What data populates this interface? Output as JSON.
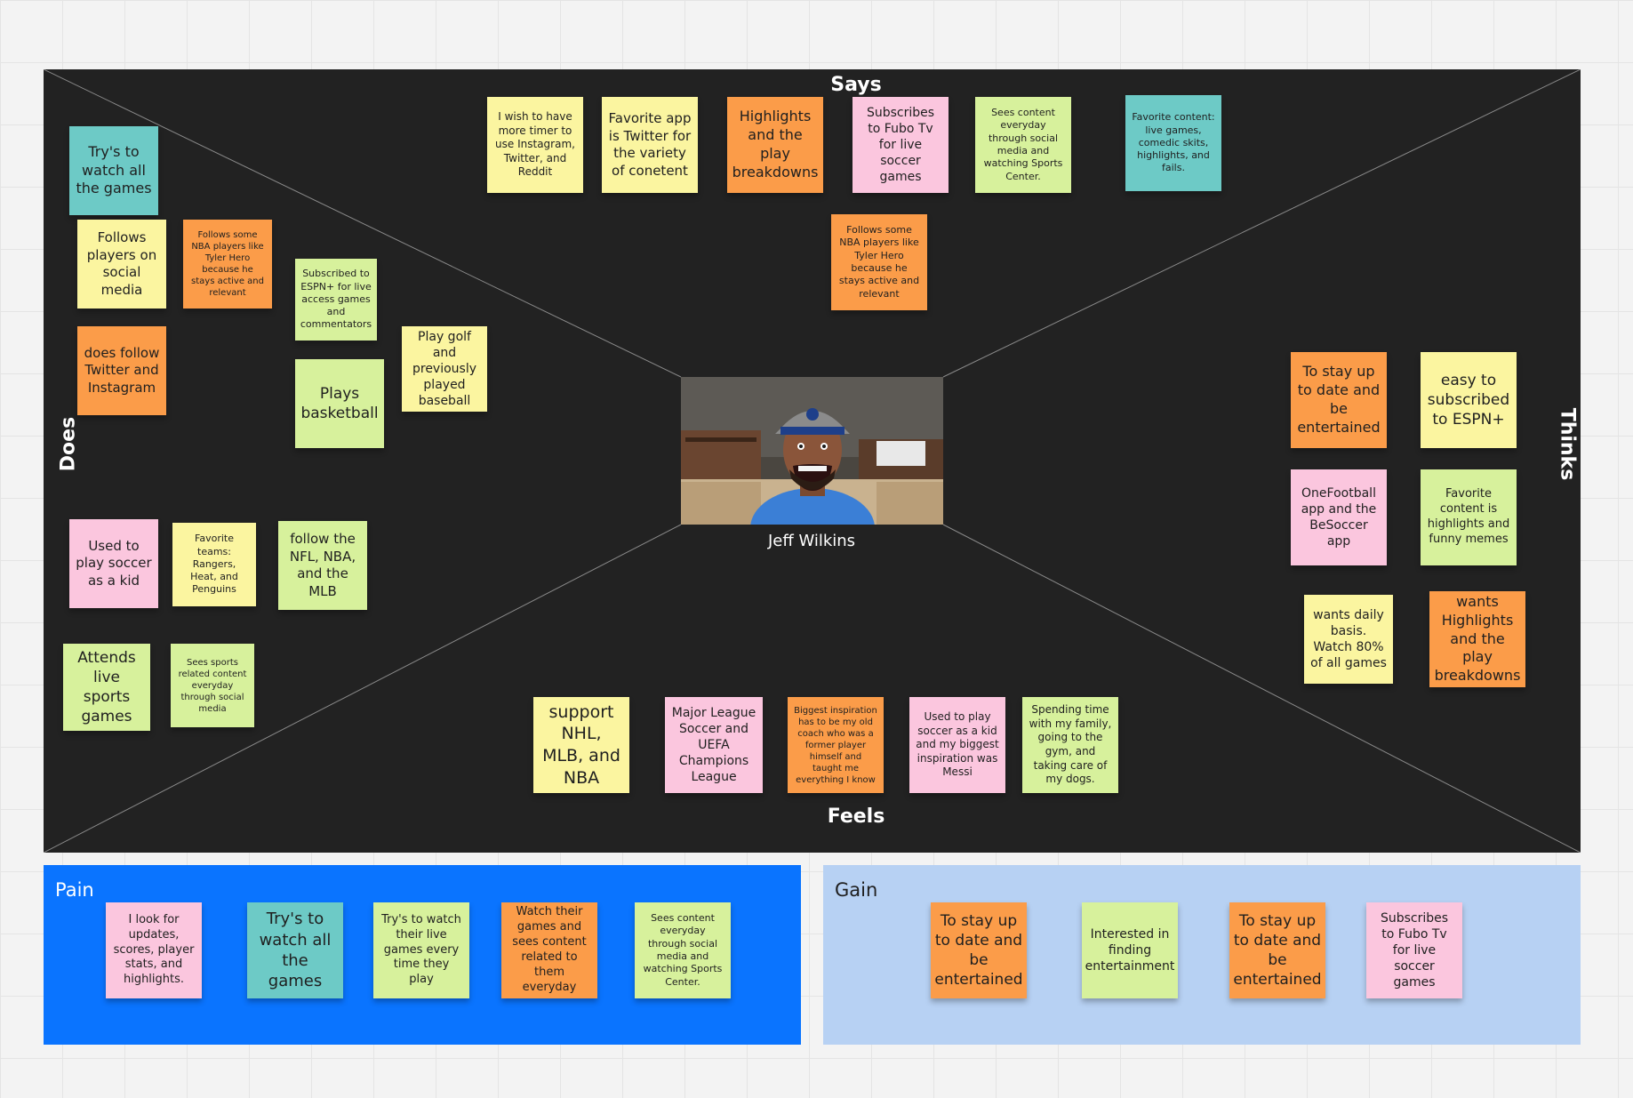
{
  "board": {
    "quadrants": {
      "says": "Says",
      "thinks": "Thinks",
      "does": "Does",
      "feels": "Feels"
    },
    "persona": {
      "name": "Jeff Wilkins"
    },
    "notes": {
      "says_1": "I wish to have more timer to use Instagram, Twitter, and Reddit",
      "says_2": "Favorite app is Twitter for the variety of conetent",
      "says_3": "Highlights and the play breakdowns",
      "says_4": "Subscribes to Fubo Tv for live soccer games",
      "says_5": "Sees content everyday through social media and watching Sports Center.",
      "says_6": "Favorite content: live games, comedic skits, highlights, and fails.",
      "says_7": "Follows some NBA players like Tyler Hero because he stays active and relevant",
      "does_1": "Try's to watch all the games",
      "does_2": "Follows players on social media",
      "does_3": "Follows some NBA players like Tyler Hero because he stays active and relevant",
      "does_4": "Subscribed to ESPN+ for live access games and commentators",
      "does_5": "does follow Twitter and Instagram",
      "does_6": "Plays basketball",
      "does_7": "Play golf and previously played baseball",
      "does_8": "Used to play soccer as a kid",
      "does_9": "Favorite teams: Rangers, Heat, and Penguins",
      "does_10": "follow the NFL, NBA, and the MLB",
      "does_11": "Attends live sports games",
      "does_12": "Sees sports related content everyday through social media",
      "thinks_1": "To stay up to date and be entertained",
      "thinks_2": "easy to subscribed to ESPN+",
      "thinks_3": "OneFootball app and the BeSoccer app",
      "thinks_4": "Favorite content is highlights and funny memes",
      "thinks_5": "wants daily basis. Watch 80% of all games",
      "thinks_6": "wants Highlights and the play breakdowns",
      "feels_1": "support NHL, MLB, and NBA",
      "feels_2": "Major League Soccer and UEFA Champions League",
      "feels_3": "Biggest inspiration has to be my old coach who was a former player himself and taught me everything I know",
      "feels_4": "Used to play soccer as a kid and my biggest inspiration was Messi",
      "feels_5": "Spending time with my family, going to the gym, and taking care of my dogs."
    }
  },
  "pain": {
    "title": "Pain",
    "notes": {
      "p1": "I look for updates, scores, player stats, and highlights.",
      "p2": "Try's to watch all the games",
      "p3": "Try's to watch their live games every time they play",
      "p4": "Watch their games and sees content related to them everyday",
      "p5": "Sees content everyday through social media and watching Sports Center."
    }
  },
  "gain": {
    "title": "Gain",
    "notes": {
      "g1": "To stay up to date and be entertained",
      "g2": "Interested in finding entertainment",
      "g3": "To stay up to date and be entertained",
      "g4": "Subscribes to Fubo Tv for live soccer games"
    }
  },
  "colors": {
    "board": "#222222",
    "yellow": "#fbf5a0",
    "orange": "#fb9c49",
    "pink": "#fbc6de",
    "green": "#d7f19c",
    "teal": "#6dcac6",
    "pain_frame": "#0a74ff",
    "gain_frame": "#b7d1f3"
  }
}
